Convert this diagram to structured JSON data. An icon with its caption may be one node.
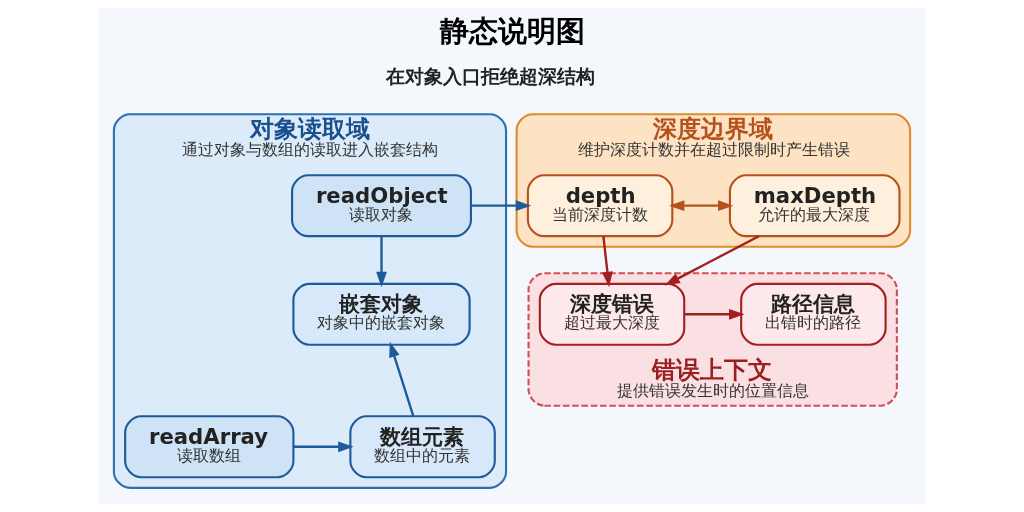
{
  "diagram": {
    "title": "静态说明图",
    "nodes": [
      {
        "text": [
          "对象读取域",
          "通过对象与数组的读取进入嵌套结构"
        ]
      },
      {
        "text": [
          "readObject",
          "读取对象"
        ],
        "in": 0
      },
      {
        "text": [
          "嵌套对象",
          "对象中的嵌套对象"
        ],
        "in": 0
      },
      {
        "text": [
          "readArray",
          "读取数组"
        ],
        "in": 0
      },
      {
        "text": [
          "数组元素",
          "数组中的元素"
        ],
        "in": 0
      },
      {
        "text": [
          "深度边界域",
          "维护深度计数并在超过限制时产生错误"
        ]
      },
      {
        "text": [
          "depth",
          "当前深度计数"
        ],
        "in": 5
      },
      {
        "text": [
          "maxDepth",
          "允许的最大深度"
        ],
        "in": 5
      },
      {
        "text": [
          "错误上下文",
          "提供错误发生时的位置信息"
        ]
      },
      {
        "text": [
          "深度错误",
          "超过最大深度"
        ],
        "in": 8
      },
      {
        "text": [
          "路径信息",
          "出错时的路径"
        ],
        "in": 8
      }
    ],
    "edges": [
      {
        "from": 1,
        "to": 6,
        "arrow": "to"
      },
      {
        "from": 1,
        "to": 2,
        "arrow": "to"
      },
      {
        "from": 3,
        "to": 4,
        "arrow": "to"
      },
      {
        "from": 4,
        "to": 2,
        "arrow": "to"
      },
      {
        "from": 6,
        "to": 7,
        "arrow": "both",
        "color": "#b5521b"
      },
      {
        "from": 6,
        "to": 9,
        "arrow": "to",
        "color": "#a32020"
      },
      {
        "from": 7,
        "to": 9,
        "arrow": "to",
        "color": "#a32020"
      },
      {
        "from": 9,
        "to": 10,
        "arrow": "to",
        "color": "#a32020"
      }
    ],
    "labels": [
      "在对象入口拒绝超深结构"
    ]
  }
}
